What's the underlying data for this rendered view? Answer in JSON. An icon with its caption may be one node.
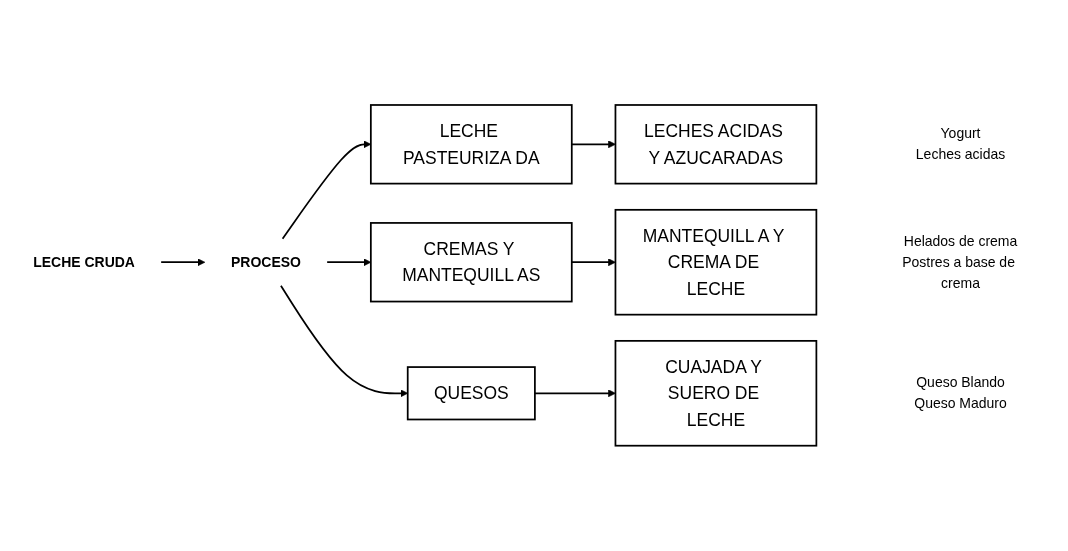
{
  "diagram": {
    "nodes": [
      {
        "text": [
          "LECHE CRUDA"
        ]
      },
      {
        "text": [
          "PROCESO"
        ]
      },
      {
        "text": [
          "LECHE PASTEURIZA DA"
        ]
      },
      {
        "text": [
          "LECHES ACIDAS Y AZUCARADAS"
        ],
        "beside": [
          "Yogurt",
          "Leches acidas"
        ]
      },
      {
        "text": [
          "CREMAS Y MANTEQUILL AS"
        ]
      },
      {
        "text": [
          "MANTEQUILL A Y CREMA DE LECHE"
        ],
        "beside": [
          "Helados de crema",
          "Postres a base de crema"
        ]
      },
      {
        "text": [
          "QUESOS"
        ]
      },
      {
        "text": [
          "CUAJADA Y SUERO DE LECHE"
        ],
        "beside": [
          "Queso Blando",
          "Queso  Maduro"
        ]
      }
    ],
    "edges": [
      {
        "from": 0,
        "to": 1,
        "arrow": "to"
      },
      {
        "from": 1,
        "to": 2,
        "arrow": "to"
      },
      {
        "from": 1,
        "to": 4,
        "arrow": "to"
      },
      {
        "from": 1,
        "to": 6,
        "arrow": "to"
      },
      {
        "from": 2,
        "to": 3,
        "arrow": "to"
      },
      {
        "from": 4,
        "to": 5,
        "arrow": "to"
      },
      {
        "from": 6,
        "to": 7,
        "arrow": "to"
      }
    ]
  }
}
